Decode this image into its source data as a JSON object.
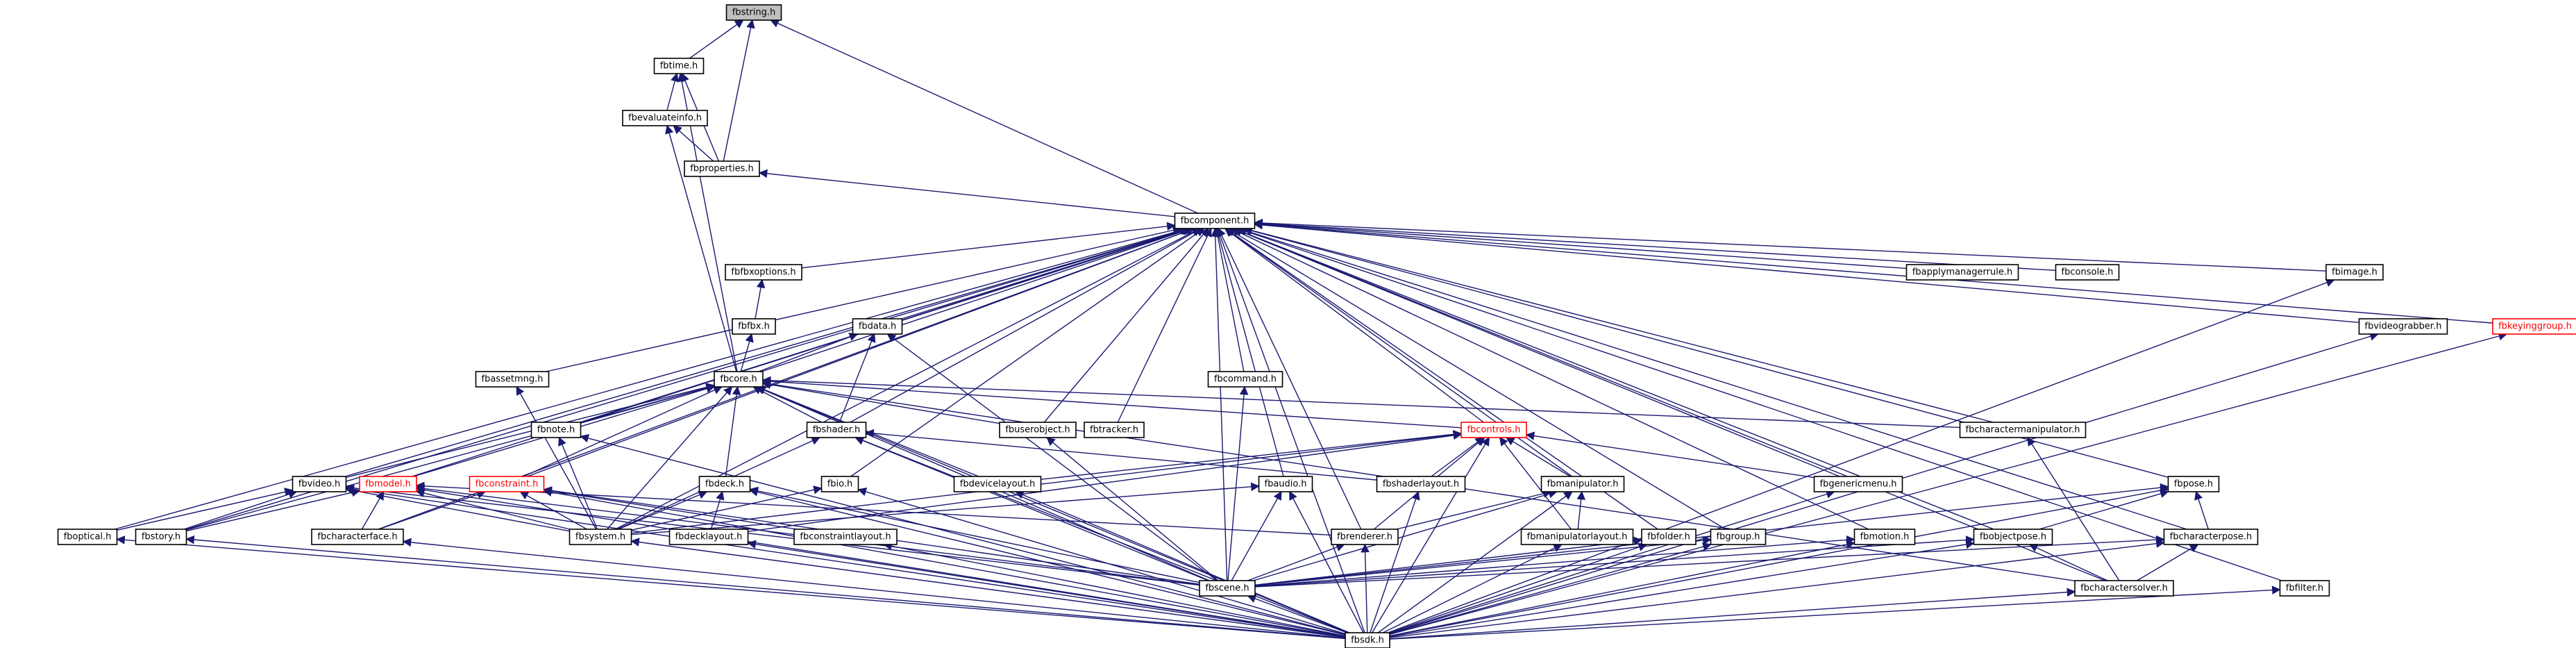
{
  "diagram": {
    "title": "",
    "colors": {
      "edge": "#191970",
      "node_border": "#000000",
      "current_fill": "#bfbfbf",
      "red_border": "#ff0000"
    },
    "nodes": [
      {
        "id": "fbstring",
        "label": "fbstring.h",
        "style": "current"
      },
      {
        "id": "fbtime",
        "label": "fbtime.h"
      },
      {
        "id": "fbevaluateinfo",
        "label": "fbevaluateinfo.h"
      },
      {
        "id": "fbproperties",
        "label": "fbproperties.h"
      },
      {
        "id": "fbcomponent",
        "label": "fbcomponent.h"
      },
      {
        "id": "fbfbxoptions",
        "label": "fbfbxoptions.h"
      },
      {
        "id": "fbfbx",
        "label": "fbfbx.h"
      },
      {
        "id": "fbdata",
        "label": "fbdata.h"
      },
      {
        "id": "fbcore",
        "label": "fbcore.h"
      },
      {
        "id": "fbassetmng",
        "label": "fbassetmng.h"
      },
      {
        "id": "fbcommand",
        "label": "fbcommand.h"
      },
      {
        "id": "fbapplymanagerrule",
        "label": "fbapplymanagerrule.h"
      },
      {
        "id": "fbconsole",
        "label": "fbconsole.h"
      },
      {
        "id": "fbimage",
        "label": "fbimage.h"
      },
      {
        "id": "fbvideograbber",
        "label": "fbvideograbber.h"
      },
      {
        "id": "fbkeyinggroup",
        "label": "fbkeyinggroup.h",
        "style": "red"
      },
      {
        "id": "fbnote",
        "label": "fbnote.h"
      },
      {
        "id": "fbshader",
        "label": "fbshader.h"
      },
      {
        "id": "fbuserobject",
        "label": "fbuserobject.h"
      },
      {
        "id": "fbtracker",
        "label": "fbtracker.h"
      },
      {
        "id": "fbcontrols",
        "label": "fbcontrols.h",
        "style": "red"
      },
      {
        "id": "fbcharactermanipulator",
        "label": "fbcharactermanipulator.h"
      },
      {
        "id": "fbvideo",
        "label": "fbvideo.h"
      },
      {
        "id": "fbmodel",
        "label": "fbmodel.h",
        "style": "red"
      },
      {
        "id": "fbconstraint",
        "label": "fbconstraint.h",
        "style": "red"
      },
      {
        "id": "fbdeck",
        "label": "fbdeck.h"
      },
      {
        "id": "fbio",
        "label": "fbio.h"
      },
      {
        "id": "fbdevicelayout",
        "label": "fbdevicelayout.h"
      },
      {
        "id": "fbaudio",
        "label": "fbaudio.h"
      },
      {
        "id": "fbshaderlayout",
        "label": "fbshaderlayout.h"
      },
      {
        "id": "fbmanipulator",
        "label": "fbmanipulator.h"
      },
      {
        "id": "fbgenericmenu",
        "label": "fbgenericmenu.h"
      },
      {
        "id": "fbpose",
        "label": "fbpose.h"
      },
      {
        "id": "fboptical",
        "label": "fboptical.h"
      },
      {
        "id": "fbstory",
        "label": "fbstory.h"
      },
      {
        "id": "fbcharacterface",
        "label": "fbcharacterface.h"
      },
      {
        "id": "fbsystem",
        "label": "fbsystem.h"
      },
      {
        "id": "fbdecklayout",
        "label": "fbdecklayout.h"
      },
      {
        "id": "fbconstraintlayout",
        "label": "fbconstraintlayout.h"
      },
      {
        "id": "fbrenderer",
        "label": "fbrenderer.h"
      },
      {
        "id": "fbmanipulatorlayout",
        "label": "fbmanipulatorlayout.h"
      },
      {
        "id": "fbfolder",
        "label": "fbfolder.h"
      },
      {
        "id": "fbgroup",
        "label": "fbgroup.h"
      },
      {
        "id": "fbmotion",
        "label": "fbmotion.h"
      },
      {
        "id": "fbobjectpose",
        "label": "fbobjectpose.h"
      },
      {
        "id": "fbcharacterpose",
        "label": "fbcharacterpose.h"
      },
      {
        "id": "fbscene",
        "label": "fbscene.h"
      },
      {
        "id": "fbcharactersolver",
        "label": "fbcharactersolver.h"
      },
      {
        "id": "fbfilter",
        "label": "fbfilter.h"
      },
      {
        "id": "fbsdk",
        "label": "fbsdk.h"
      }
    ],
    "edges": [
      [
        "fbtime",
        "fbstring"
      ],
      [
        "fbproperties",
        "fbstring"
      ],
      [
        "fbcomponent",
        "fbstring"
      ],
      [
        "fbevaluateinfo",
        "fbtime"
      ],
      [
        "fbproperties",
        "fbtime"
      ],
      [
        "fbcore",
        "fbtime"
      ],
      [
        "fbproperties",
        "fbevaluateinfo"
      ],
      [
        "fbcore",
        "fbevaluateinfo"
      ],
      [
        "fbcomponent",
        "fbproperties"
      ],
      [
        "fbfbxoptions",
        "fbcomponent"
      ],
      [
        "fbdata",
        "fbcomponent"
      ],
      [
        "fbcore",
        "fbcomponent"
      ],
      [
        "fbassetmng",
        "fbcomponent"
      ],
      [
        "fbcommand",
        "fbcomponent"
      ],
      [
        "fbapplymanagerrule",
        "fbcomponent"
      ],
      [
        "fbconsole",
        "fbcomponent"
      ],
      [
        "fbimage",
        "fbcomponent"
      ],
      [
        "fbvideograbber",
        "fbcomponent"
      ],
      [
        "fbkeyinggroup",
        "fbcomponent"
      ],
      [
        "fbnote",
        "fbcomponent"
      ],
      [
        "fbshader",
        "fbcomponent"
      ],
      [
        "fbuserobject",
        "fbcomponent"
      ],
      [
        "fbtracker",
        "fbcomponent"
      ],
      [
        "fbcontrols",
        "fbcomponent"
      ],
      [
        "fbcharactermanipulator",
        "fbcomponent"
      ],
      [
        "fbvideo",
        "fbcomponent"
      ],
      [
        "fbmodel",
        "fbcomponent"
      ],
      [
        "fbconstraint",
        "fbcomponent"
      ],
      [
        "fbio",
        "fbcomponent"
      ],
      [
        "fbaudio",
        "fbcomponent"
      ],
      [
        "fbmanipulator",
        "fbcomponent"
      ],
      [
        "fbgenericmenu",
        "fbcomponent"
      ],
      [
        "fbpose",
        "fbcomponent"
      ],
      [
        "fboptical",
        "fbcomponent"
      ],
      [
        "fbstory",
        "fbcomponent"
      ],
      [
        "fbcharacterface",
        "fbcomponent"
      ],
      [
        "fbsystem",
        "fbcomponent"
      ],
      [
        "fbrenderer",
        "fbcomponent"
      ],
      [
        "fbfolder",
        "fbcomponent"
      ],
      [
        "fbgroup",
        "fbcomponent"
      ],
      [
        "fbmotion",
        "fbcomponent"
      ],
      [
        "fbobjectpose",
        "fbcomponent"
      ],
      [
        "fbcharacterpose",
        "fbcomponent"
      ],
      [
        "fbscene",
        "fbcomponent"
      ],
      [
        "fbcharactersolver",
        "fbcomponent"
      ],
      [
        "fbfilter",
        "fbcomponent"
      ],
      [
        "fbsdk",
        "fbcomponent"
      ],
      [
        "fbfbx",
        "fbfbxoptions"
      ],
      [
        "fbcore",
        "fbfbx"
      ],
      [
        "fbcore",
        "fbdata"
      ],
      [
        "fbshader",
        "fbdata"
      ],
      [
        "fbscene",
        "fbdata"
      ],
      [
        "fbnote",
        "fbcore"
      ],
      [
        "fbshader",
        "fbcore"
      ],
      [
        "fbuserobject",
        "fbcore"
      ],
      [
        "fbcontrols",
        "fbcore"
      ],
      [
        "fbcharactermanipulator",
        "fbcore"
      ],
      [
        "fbvideo",
        "fbcore"
      ],
      [
        "fbmodel",
        "fbcore"
      ],
      [
        "fbconstraint",
        "fbcore"
      ],
      [
        "fbdeck",
        "fbcore"
      ],
      [
        "fbdevicelayout",
        "fbcore"
      ],
      [
        "fbstory",
        "fbcore"
      ],
      [
        "fbsystem",
        "fbcore"
      ],
      [
        "fbscene",
        "fbcore"
      ],
      [
        "fbcharactersolver",
        "fbcore"
      ],
      [
        "fbsdk",
        "fbcore"
      ],
      [
        "fbsystem",
        "fbassetmng"
      ],
      [
        "fbscene",
        "fbcommand"
      ],
      [
        "fbsdk",
        "fbimage"
      ],
      [
        "fbsdk",
        "fbvideograbber"
      ],
      [
        "fbsdk",
        "fbkeyinggroup"
      ],
      [
        "fbsdk",
        "fbnote"
      ],
      [
        "fbsystem",
        "fbnote"
      ],
      [
        "fbsystem",
        "fbshader"
      ],
      [
        "fbscene",
        "fbshader"
      ],
      [
        "fbsdk",
        "fbshader"
      ],
      [
        "fbshaderlayout",
        "fbshader"
      ],
      [
        "fbscene",
        "fbuserobject"
      ],
      [
        "fbcharactersolver",
        "fbcharactermanipulator"
      ],
      [
        "fbdevicelayout",
        "fbcontrols"
      ],
      [
        "fbshaderlayout",
        "fbcontrols"
      ],
      [
        "fbmanipulator",
        "fbcontrols"
      ],
      [
        "fbgenericmenu",
        "fbcontrols"
      ],
      [
        "fbsystem",
        "fbcontrols"
      ],
      [
        "fbdecklayout",
        "fbcontrols"
      ],
      [
        "fbrenderer",
        "fbcontrols"
      ],
      [
        "fbmanipulatorlayout",
        "fbcontrols"
      ],
      [
        "fbsdk",
        "fbcontrols"
      ],
      [
        "fboptical",
        "fbvideo"
      ],
      [
        "fbstory",
        "fbvideo"
      ],
      [
        "fbsystem",
        "fbvideo"
      ],
      [
        "fbscene",
        "fbvideo"
      ],
      [
        "fbsdk",
        "fbvideo"
      ],
      [
        "fbstory",
        "fbmodel"
      ],
      [
        "fbcharacterface",
        "fbmodel"
      ],
      [
        "fbsystem",
        "fbmodel"
      ],
      [
        "fbscene",
        "fbmodel"
      ],
      [
        "fbsdk",
        "fbmodel"
      ],
      [
        "fbrenderer",
        "fbmodel"
      ],
      [
        "fbsystem",
        "fbconstraint"
      ],
      [
        "fbscene",
        "fbconstraint"
      ],
      [
        "fbsdk",
        "fbconstraint"
      ],
      [
        "fbconstraintlayout",
        "fbconstraint"
      ],
      [
        "fbcharacterface",
        "fbconstraint"
      ],
      [
        "fbsystem",
        "fbdeck"
      ],
      [
        "fbdecklayout",
        "fbdeck"
      ],
      [
        "fbscene",
        "fbdeck"
      ],
      [
        "fbsdk",
        "fbdeck"
      ],
      [
        "fbsystem",
        "fbio"
      ],
      [
        "fbsdk",
        "fbio"
      ],
      [
        "fbsdk",
        "fbdevicelayout"
      ],
      [
        "fbsystem",
        "fbaudio"
      ],
      [
        "fbscene",
        "fbaudio"
      ],
      [
        "fbsdk",
        "fbaudio"
      ],
      [
        "fbsdk",
        "fbshaderlayout"
      ],
      [
        "fbmanipulatorlayout",
        "fbmanipulator"
      ],
      [
        "fbrenderer",
        "fbmanipulator"
      ],
      [
        "fbscene",
        "fbmanipulator"
      ],
      [
        "fbsdk",
        "fbmanipulator"
      ],
      [
        "fbsdk",
        "fbgenericmenu"
      ],
      [
        "fbobjectpose",
        "fbpose"
      ],
      [
        "fbcharacterpose",
        "fbpose"
      ],
      [
        "fbscene",
        "fbpose"
      ],
      [
        "fbsdk",
        "fbpose"
      ],
      [
        "fbsdk",
        "fboptical"
      ],
      [
        "fbsdk",
        "fbstory"
      ],
      [
        "fbsdk",
        "fbcharacterface"
      ],
      [
        "fbsdk",
        "fbsystem"
      ],
      [
        "fbsdk",
        "fbdecklayout"
      ],
      [
        "fbsdk",
        "fbconstraintlayout"
      ],
      [
        "fbsdk",
        "fbrenderer"
      ],
      [
        "fbscene",
        "fbrenderer"
      ],
      [
        "fbsdk",
        "fbmanipulatorlayout"
      ],
      [
        "fbscene",
        "fbfolder"
      ],
      [
        "fbsdk",
        "fbfolder"
      ],
      [
        "fbscene",
        "fbgroup"
      ],
      [
        "fbsdk",
        "fbgroup"
      ],
      [
        "fbscene",
        "fbmotion"
      ],
      [
        "fbsdk",
        "fbmotion"
      ],
      [
        "fbscene",
        "fbobjectpose"
      ],
      [
        "fbsdk",
        "fbobjectpose"
      ],
      [
        "fbcharactersolver",
        "fbobjectpose"
      ],
      [
        "fbcharactersolver",
        "fbcharacterpose"
      ],
      [
        "fbsdk",
        "fbcharacterpose"
      ],
      [
        "fbscene",
        "fbcharacterpose"
      ],
      [
        "fbsdk",
        "fbscene"
      ],
      [
        "fbsdk",
        "fbcharactersolver"
      ],
      [
        "fbsdk",
        "fbfilter"
      ]
    ]
  }
}
